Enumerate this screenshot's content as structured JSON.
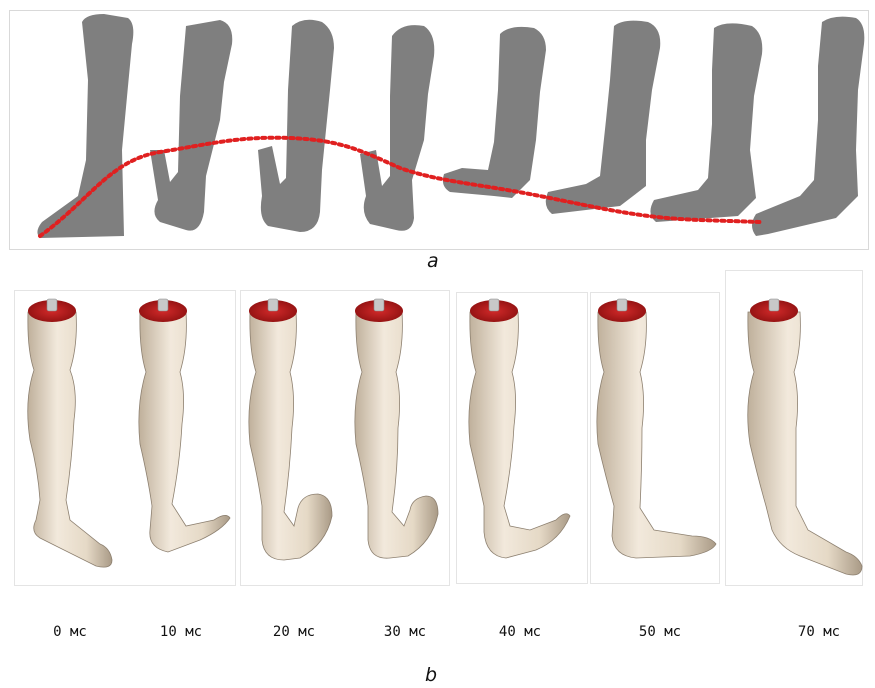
{
  "panel_a": {
    "label": "a",
    "silhouette_color": "#7f7f7f",
    "trajectory_color": "#e02020",
    "frame_count": 8
  },
  "panel_b": {
    "label": "b",
    "skin_color": "#e8dccb",
    "socket_color": "#b81818",
    "time_labels": [
      "0 мс",
      "10 мс",
      "20 мс",
      "30 мс",
      "40 мс",
      "50 мс",
      "70 мс"
    ]
  }
}
